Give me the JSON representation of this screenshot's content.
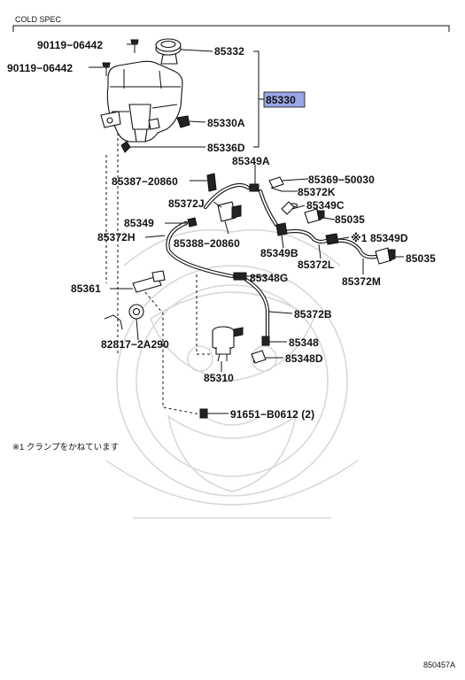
{
  "header": {
    "title": "COLD SPEC"
  },
  "assembly": {
    "number": "85330",
    "highlight_color": "#9aa6e6"
  },
  "labels": {
    "p_90119_a": "90119−06442",
    "p_90119_b": "90119−06442",
    "p_85332": "85332",
    "p_85330A": "85330A",
    "p_85336D": "85336D",
    "p_85349A": "85349A",
    "p_85387": "85387−20860",
    "p_85369": "85369−50030",
    "p_85372K": "85372K",
    "p_85372J": "85372J",
    "p_85349C": "85349C",
    "p_85349": "85349",
    "p_85035a": "85035",
    "p_85372H": "85372H",
    "p_85388": "85388−20860",
    "p_85349D": "※1 85349D",
    "p_85349B": "85349B",
    "p_85372L": "85372L",
    "p_85035b": "85035",
    "p_85372M": "85372M",
    "p_85348G": "85348G",
    "p_85361": "85361",
    "p_85372B": "85372B",
    "p_82817": "82817−2A290",
    "p_85348": "85348",
    "p_85348D": "85348D",
    "p_85310": "85310",
    "p_91651": "91651−B0612 (2)"
  },
  "footnote": "※1 クランプをかねています",
  "diagram_id": "850457A"
}
